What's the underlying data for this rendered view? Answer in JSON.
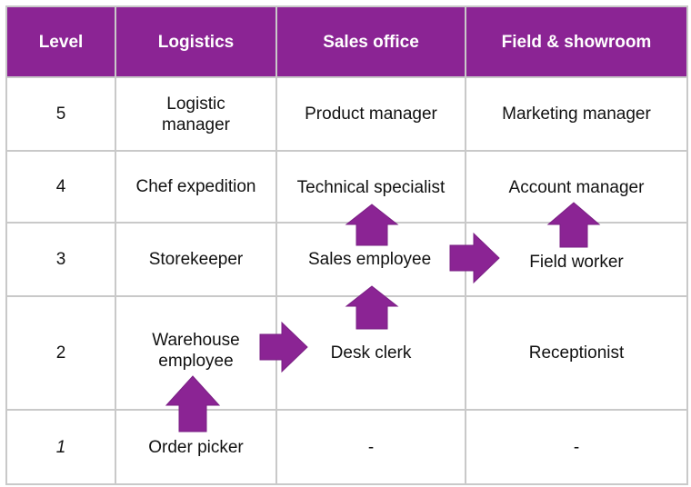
{
  "header": {
    "level": "Level",
    "logistics": "Logistics",
    "sales_office": "Sales office",
    "field_showroom": "Field & showroom"
  },
  "rows": [
    {
      "level": "5",
      "logistics": "Logistic manager",
      "sales_office": "Product manager",
      "field_showroom": "Marketing manager"
    },
    {
      "level": "4",
      "logistics": "Chef expedition",
      "sales_office": "Technical specialist",
      "field_showroom": "Account manager"
    },
    {
      "level": "3",
      "logistics": "Storekeeper",
      "sales_office": "Sales employee",
      "field_showroom": "Field worker"
    },
    {
      "level": "2",
      "logistics": "Warehouse employee",
      "sales_office": "Desk clerk",
      "field_showroom": "Receptionist"
    },
    {
      "level": "1",
      "logistics": "Order picker",
      "sales_office": "-",
      "field_showroom": "-"
    }
  ],
  "colors": {
    "header_bg": "#8b2494",
    "arrow": "#8b2494",
    "career_path_text": "#ff0000"
  }
}
